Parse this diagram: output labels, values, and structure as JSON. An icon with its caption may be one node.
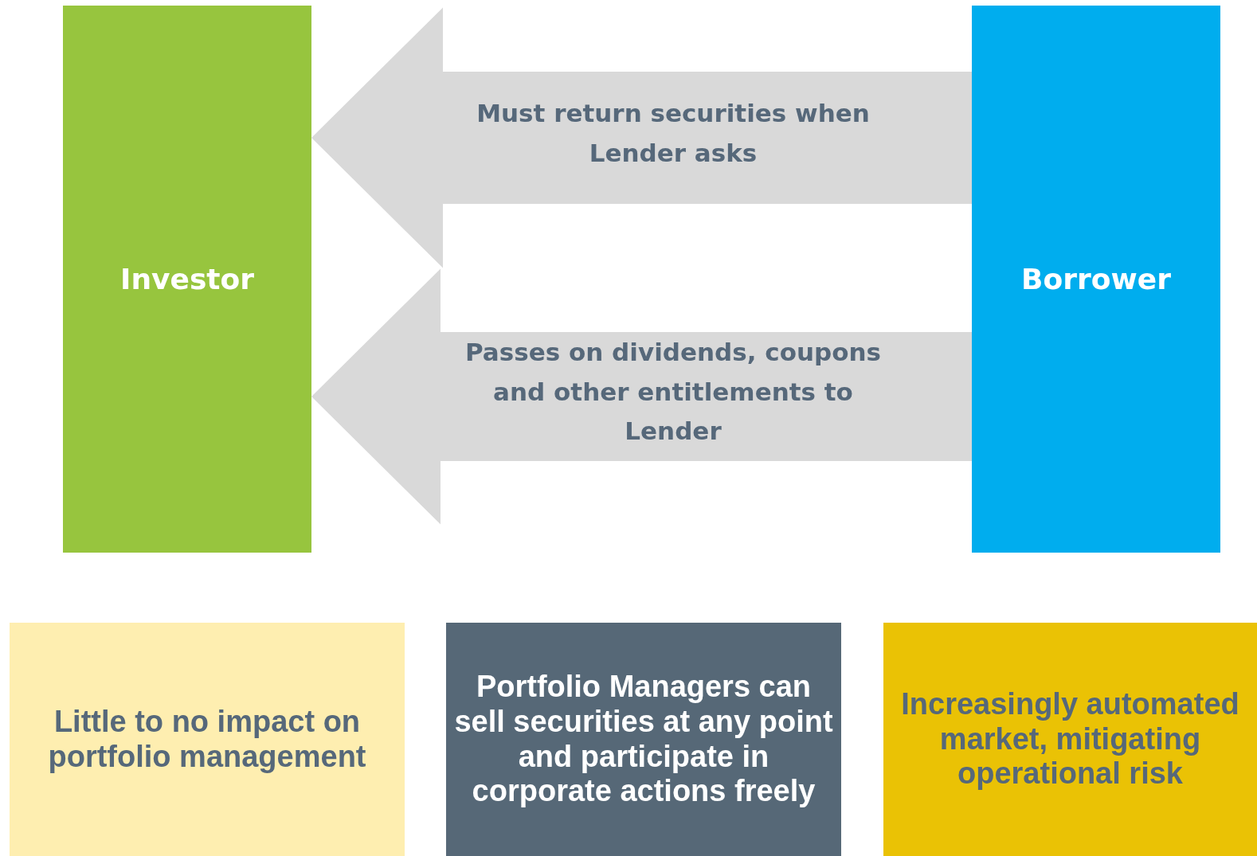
{
  "diagram": {
    "nodes": [
      {
        "text": [
          "Investor"
        ]
      },
      {
        "text": [
          "Borrower"
        ]
      },
      {
        "text": [
          "Little to no impact on portfolio management"
        ]
      },
      {
        "text": [
          "Portfolio Managers can sell securities at any point and participate in corporate actions freely"
        ]
      },
      {
        "text": [
          "Increasingly automated market, mitigating operational risk"
        ]
      }
    ],
    "edges": [
      {
        "from": 1,
        "to": 0,
        "arrow": "to",
        "label": "Must return securities when Lender asks"
      },
      {
        "from": 1,
        "to": 0,
        "arrow": "to",
        "label": "Passes on dividends, coupons and other entitlements to Lender"
      }
    ]
  }
}
